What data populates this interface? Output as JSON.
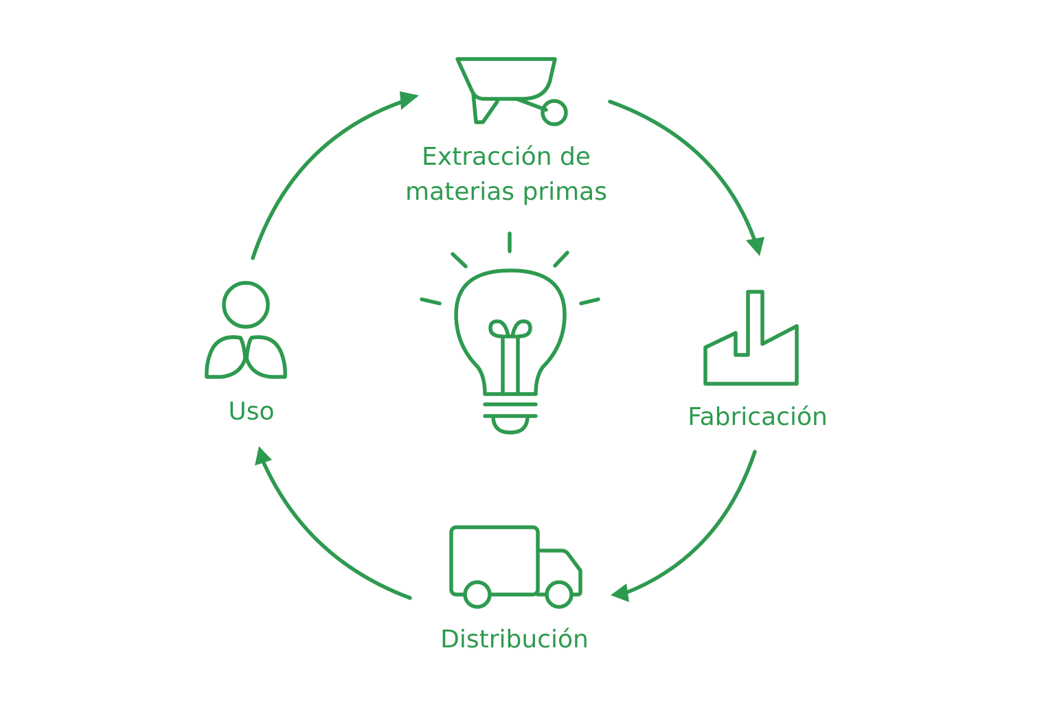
{
  "colors": {
    "accent": "#2e9a4f",
    "background": "#ffffff"
  },
  "stages": [
    {
      "id": "extraction",
      "icon": "wheelbarrow-icon",
      "label_line1": "Extracción de",
      "label_line2": "materias primas"
    },
    {
      "id": "manufacturing",
      "icon": "factory-icon",
      "label": "Fabricación"
    },
    {
      "id": "distribution",
      "icon": "truck-icon",
      "label": "Distribución"
    },
    {
      "id": "use",
      "icon": "person-icon",
      "label": "Uso"
    }
  ],
  "center": {
    "icon": "lightbulb-icon"
  },
  "cycle": {
    "direction": "clockwise",
    "arrows": 4
  }
}
